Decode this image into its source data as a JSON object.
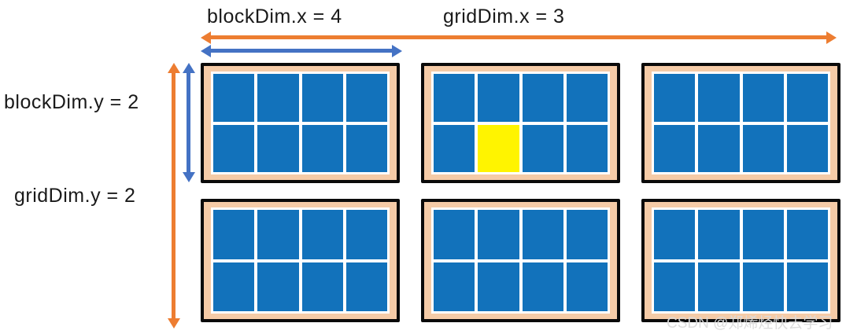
{
  "labels": {
    "block_dim_x": "blockDim.x = 4",
    "grid_dim_x": "gridDim.x = 3",
    "block_dim_y": "blockDim.y = 2",
    "grid_dim_y": "gridDim.y = 2"
  },
  "grid": {
    "rows": 2,
    "cols": 3,
    "block": {
      "rows": 2,
      "cols": 4
    },
    "highlighted_cell": {
      "block_row": 0,
      "block_col": 1,
      "cell_row": 1,
      "cell_col": 1
    }
  },
  "colors": {
    "grid_arrow": "#ED7D31",
    "block_arrow": "#4472C4",
    "cell_blue": "#1272BB",
    "block_frame": "#F5CBA7",
    "block_border": "#0A0A0A",
    "highlight_yellow": "#FFF400"
  },
  "watermark": "CSDN @郑烯烃快去学习"
}
